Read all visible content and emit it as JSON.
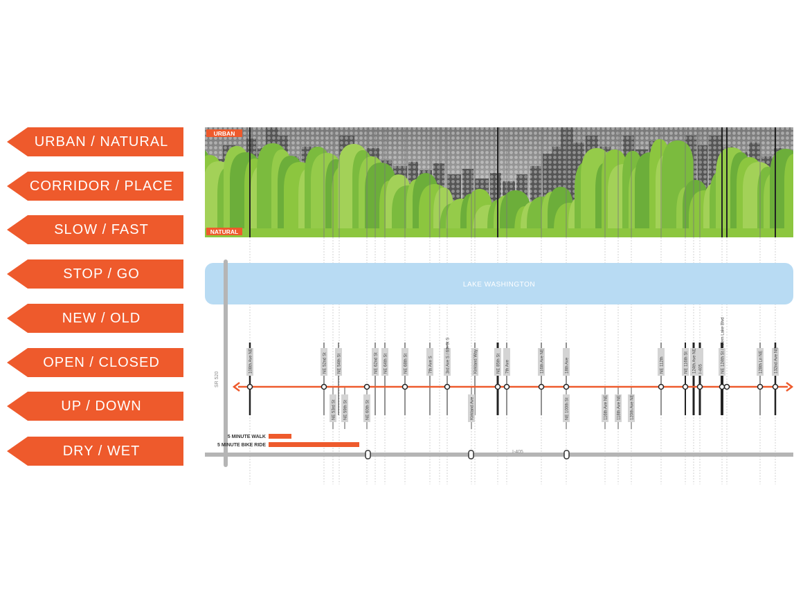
{
  "tabs": [
    {
      "label": "URBAN / NATURAL"
    },
    {
      "label": "CORRIDOR / PLACE"
    },
    {
      "label": "SLOW / FAST"
    },
    {
      "label": "STOP / GO"
    },
    {
      "label": "NEW / OLD"
    },
    {
      "label": "OPEN / CLOSED"
    },
    {
      "label": "UP / DOWN"
    },
    {
      "label": "DRY / WET"
    }
  ],
  "diagram": {
    "urban_label": "URBAN",
    "natural_label": "NATURAL",
    "lake_label": "LAKE WASHINGTON",
    "vertical_highway": "SR 520",
    "horizontal_highway": "I-405",
    "walk_label": "5 MINUTE WALK",
    "bike_label": "5 MINUTE BIKE RIDE"
  },
  "streets_above": [
    "108th Ave NE",
    "NE 52nd St",
    "NE 54th St",
    "NE 62nd St",
    "NE 64th St",
    "NE 68th St",
    "7th Ave S",
    "3rd Ave S / 6th St S",
    "Kirkland Way",
    "NE 85th St",
    "7th Ave",
    "116th Ave NE",
    "18th Ave",
    "NE 112th",
    "NE 116th St",
    "124th Ave NE",
    "I-405",
    "NE 124th St / Totem Lake Blvd",
    "128th Ln NE",
    "132nd Ave NE"
  ],
  "streets_below": [
    "NE 53rd St",
    "NE 59th St",
    "NE 60th St",
    "Kirkland Ave",
    "NE 100th St",
    "116th Ave NE",
    "118th Ave NE",
    "120th Ave NE"
  ],
  "colors": {
    "accent": "#ee5a2c",
    "lake": "#b8dbf3",
    "lake_text": "#ffffff",
    "road_gray": "#b5b5b5",
    "green": "#8cc63f",
    "label_gray": "#d4d4d4"
  }
}
